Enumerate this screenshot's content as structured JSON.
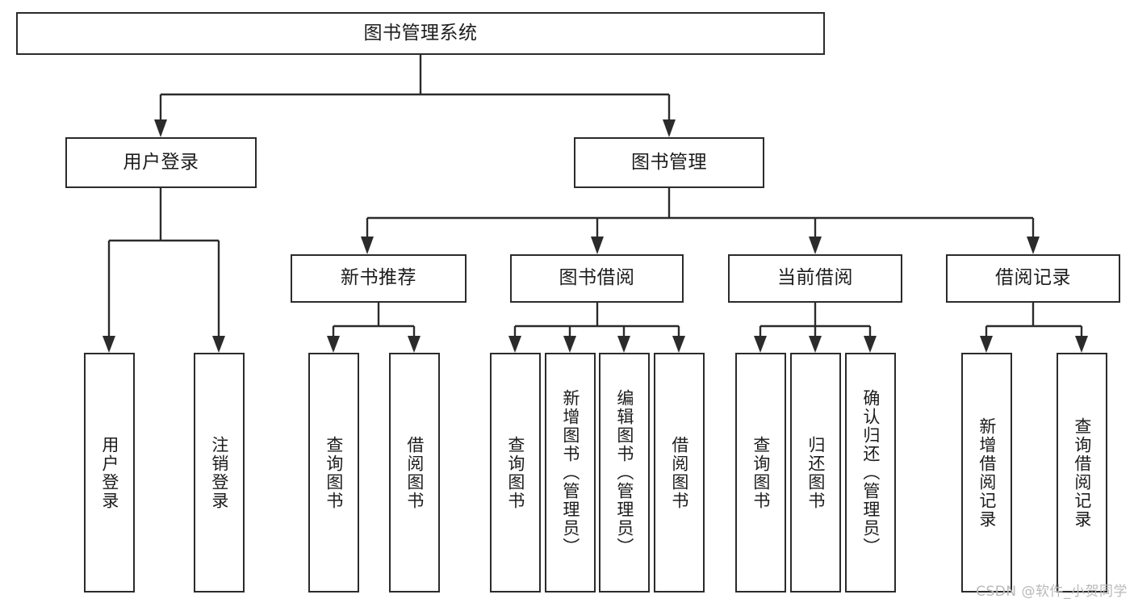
{
  "diagram": {
    "title": "图书管理系统",
    "type": "tree-hierarchy",
    "root": {
      "id": "root",
      "label": "图书管理系统"
    },
    "level1": [
      {
        "id": "user-login",
        "label": "用户登录"
      },
      {
        "id": "book-manage",
        "label": "图书管理"
      }
    ],
    "level2": [
      {
        "id": "new-book-rec",
        "label": "新书推荐",
        "parent": "book-manage"
      },
      {
        "id": "book-borrow",
        "label": "图书借阅",
        "parent": "book-manage"
      },
      {
        "id": "current-borrow",
        "label": "当前借阅",
        "parent": "book-manage"
      },
      {
        "id": "borrow-record",
        "label": "借阅记录",
        "parent": "book-manage"
      }
    ],
    "leaves": [
      {
        "id": "leaf-user-login",
        "label": "用户登录",
        "parent": "user-login"
      },
      {
        "id": "leaf-logout",
        "label": "注销登录",
        "parent": "user-login"
      },
      {
        "id": "leaf-query-book-1",
        "label": "查询图书",
        "parent": "new-book-rec"
      },
      {
        "id": "leaf-borrow-book-1",
        "label": "借阅图书",
        "parent": "new-book-rec"
      },
      {
        "id": "leaf-query-book-2",
        "label": "查询图书",
        "parent": "book-borrow"
      },
      {
        "id": "leaf-add-book",
        "label": "新增图书（管理员）",
        "parent": "book-borrow"
      },
      {
        "id": "leaf-edit-book",
        "label": "编辑图书（管理员）",
        "parent": "book-borrow"
      },
      {
        "id": "leaf-borrow-book-2",
        "label": "借阅图书",
        "parent": "book-borrow"
      },
      {
        "id": "leaf-query-book-3",
        "label": "查询图书",
        "parent": "current-borrow"
      },
      {
        "id": "leaf-return-book",
        "label": "归还图书",
        "parent": "current-borrow"
      },
      {
        "id": "leaf-confirm-return",
        "label": "确认归还（管理员）",
        "parent": "current-borrow"
      },
      {
        "id": "leaf-add-record",
        "label": "新增借阅记录",
        "parent": "borrow-record"
      },
      {
        "id": "leaf-query-record",
        "label": "查询借阅记录",
        "parent": "borrow-record"
      }
    ],
    "colors": {
      "stroke": "#2b2b2b",
      "fill": "#ffffff",
      "text": "#1c1c1c",
      "watermark": "#b9b9b9"
    }
  },
  "watermark": {
    "text": "CSDN @软件_小贺同学"
  }
}
